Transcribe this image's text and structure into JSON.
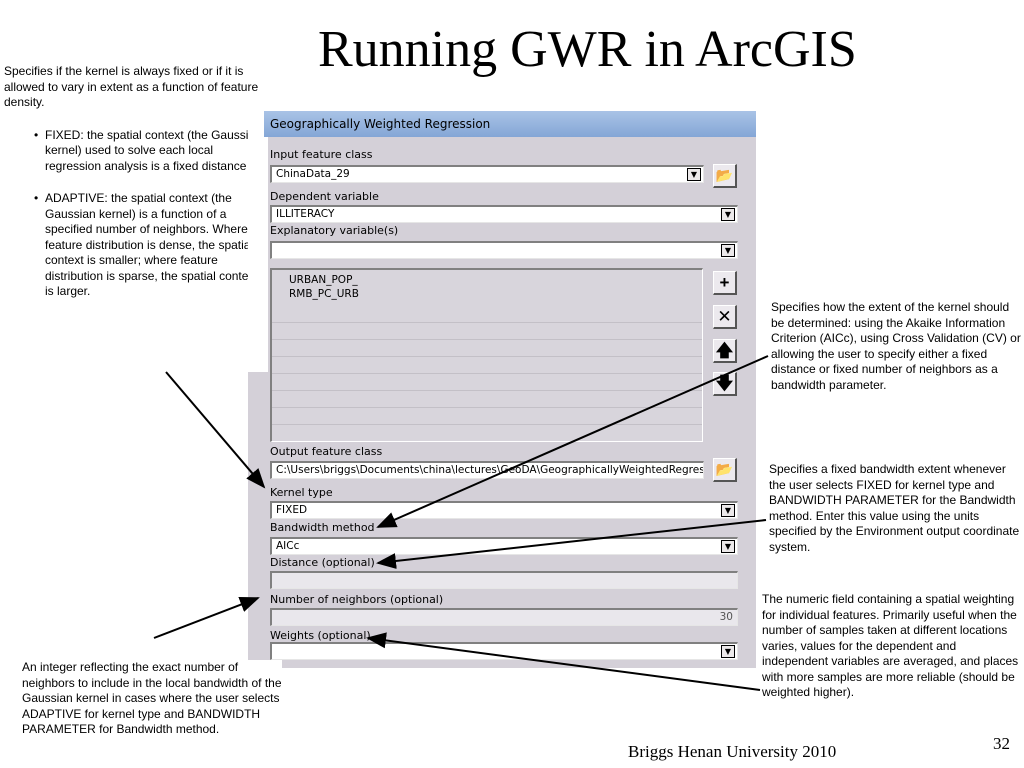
{
  "slide": {
    "title": "Running GWR in ArcGIS",
    "footer": "Briggs  Henan University 2010",
    "page_number": "32"
  },
  "notes": {
    "kernel_intro": "Specifies if the kernel is always fixed or if it is allowed to vary in extent as a function of feature density.",
    "kernel_fixed": "FIXED: the spatial context (the Gaussian kernel) used to solve each local regression analysis is a fixed distance",
    "kernel_adaptive": "ADAPTIVE: the spatial context (the Gaussian kernel) is a function of a specified number of neighbors. Where feature distribution is dense, the spatial context is smaller; where feature distribution is sparse, the spatial context is larger.",
    "bandwidth_method": "Specifies how the extent of the kernel should be determined: using the Akaike Information Criterion (AICc), using Cross Validation (CV) or allowing the user to specify either a fixed distance or fixed number of neighbors as a bandwidth parameter.",
    "distance": "Specifies a fixed bandwidth extent whenever the user selects FIXED for kernel type and BANDWIDTH PARAMETER for the Bandwidth method. Enter this value using the units specified by the Environment output coordinate system.",
    "weights": "The numeric field containing a spatial weighting for individual features. Primarily useful when the number of samples taken at different locations varies, values for the dependent and independent variables are averaged, and places with more samples are more reliable (should be weighted higher).",
    "neighbors": "An integer reflecting the exact number of neighbors to include in the local bandwidth of the Gaussian kernel in cases where the user selects ADAPTIVE for kernel type and BANDWIDTH PARAMETER for Bandwidth method."
  },
  "dialog": {
    "title": "Geographically Weighted Regression",
    "input_feature_class": {
      "label": "Input feature class",
      "value": "ChinaData_29"
    },
    "dependent_variable": {
      "label": "Dependent variable",
      "value": "ILLITERACY"
    },
    "explanatory_variables": {
      "label": "Explanatory variable(s)",
      "value": "",
      "items": [
        "URBAN_POP_",
        "RMB_PC_URB"
      ]
    },
    "output_feature_class": {
      "label": "Output feature class",
      "value": "C:\\Users\\briggs\\Documents\\china\\lectures\\GeoDA\\GeographicallyWeightedRegress"
    },
    "kernel_type": {
      "label": "Kernel type",
      "value": "FIXED"
    },
    "bandwidth_method": {
      "label": "Bandwidth method",
      "value": "AICc"
    },
    "distance": {
      "label": "Distance (optional)",
      "value": ""
    },
    "number_of_neighbors": {
      "label": "Number of neighbors (optional)",
      "value": "30"
    },
    "weights": {
      "label": "Weights (optional)",
      "value": ""
    }
  },
  "icons": {
    "browse": "folder-open-icon",
    "add": "plus-icon",
    "remove": "x-icon",
    "move_up": "arrow-up-icon",
    "move_down": "arrow-down-icon",
    "dropdown": "chevron-down-icon"
  },
  "colors": {
    "dialog_bg": "#d4d0d8",
    "title_bar": "#95b3de"
  }
}
